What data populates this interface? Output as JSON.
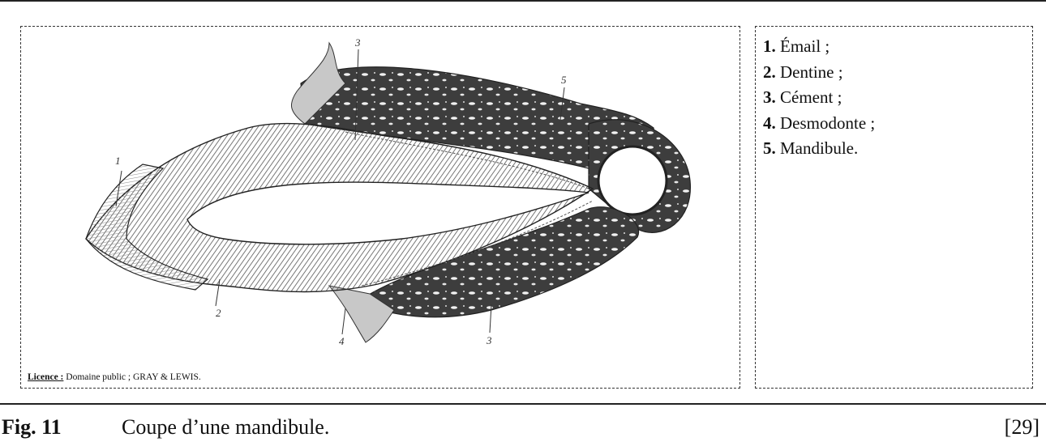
{
  "figure": {
    "legend": [
      {
        "num": "1.",
        "text": " Émail ;"
      },
      {
        "num": "2.",
        "text": " Dentine ;"
      },
      {
        "num": "3.",
        "text": " Cément ;"
      },
      {
        "num": "4.",
        "text": " Desmodonte ;"
      },
      {
        "num": "5.",
        "text": " Mandibule."
      }
    ],
    "license": {
      "label": "Licence :",
      "text": " Domaine public ; GRAY & LEWIS."
    },
    "drawing_labels": [
      "1",
      "2",
      "3",
      "4",
      "3",
      "5"
    ]
  },
  "caption": {
    "number": "Fig. 11",
    "title": "Coupe d’une mandibule.",
    "reference": "[29]"
  }
}
